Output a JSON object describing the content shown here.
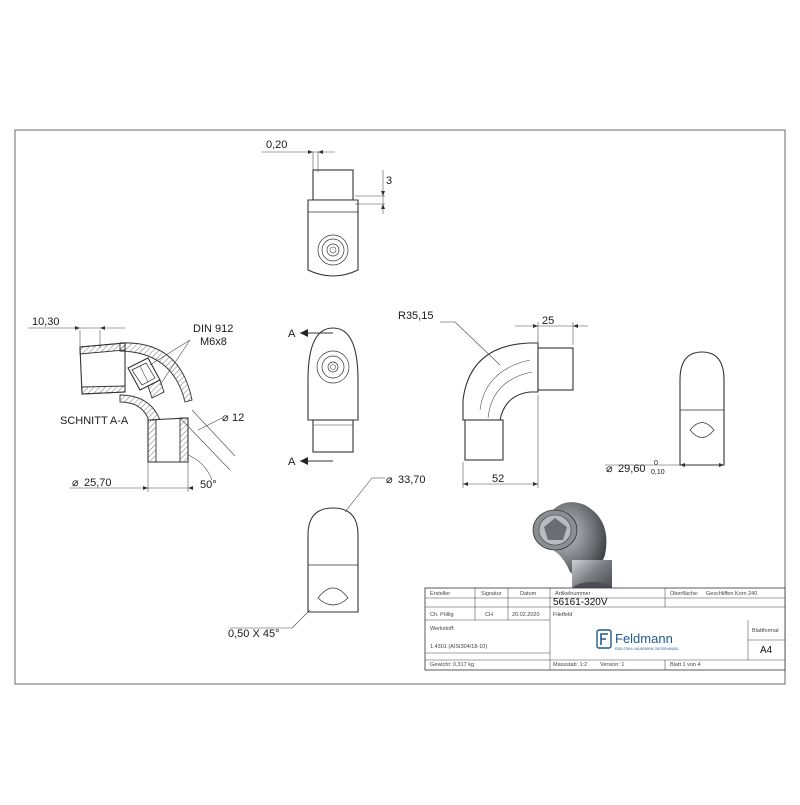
{
  "dimensions": {
    "top_view_offset": "0,20",
    "top_view_depth": "3",
    "section_wall": "10,30",
    "screw_standard": "DIN 912",
    "screw_size": "M6x8",
    "section_label": "SCHNITT A-A",
    "hole_diameter": "12",
    "outer_diameter_section": "25,70",
    "hole_angle": "50°",
    "front_section_mark_top": "A",
    "front_section_mark_bottom": "A",
    "bend_radius": "R35,15",
    "leg_length": "25",
    "overall_length": "52",
    "end_diameter": "29,60",
    "end_diameter_tol_upper": "0",
    "end_diameter_tol_lower": "0,10",
    "dome_diameter": "33,70",
    "chamfer": "0,50 X 45°"
  },
  "title_block": {
    "header": {
      "creator_label": "Ersteller",
      "signature_label": "Signatur",
      "date_label": "Datum",
      "article_label": "Artikelnummer",
      "surface_label": "Oberfläche:",
      "surface_value": "Geschliffen Korn 240"
    },
    "creator": "Ch. Pöllig",
    "signature": "CH",
    "date": "20.02.2020",
    "article_number": "56161-320V",
    "feldmann_label": "Filetfeld",
    "material_label": "Werkstoff:",
    "material_value": "1.4301 (AISI304/18-10)",
    "weight": "Gewicht: 0,317 kg",
    "scale": "Massstab: 1:2",
    "version": "Version: 1",
    "sheet": "Blatt 1 von 4",
    "format_label": "Blattformat",
    "format_value": "A4",
    "logo_text": "Feldmann",
    "logo_tagline": "EDELSTAHL HALBFABRIK GROSSHANDEL"
  }
}
